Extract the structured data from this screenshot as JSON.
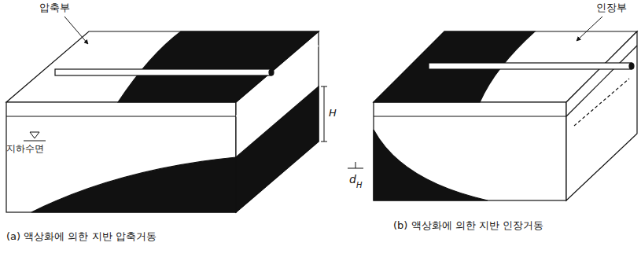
{
  "diagram": {
    "labels": [
      "압축부",
      "지하수면",
      "H",
      "(a) 액상화에 의한 지반 압축거동",
      "인장부",
      "d",
      "H",
      "(b) 액상화에 의한 지반 인장거동"
    ]
  }
}
